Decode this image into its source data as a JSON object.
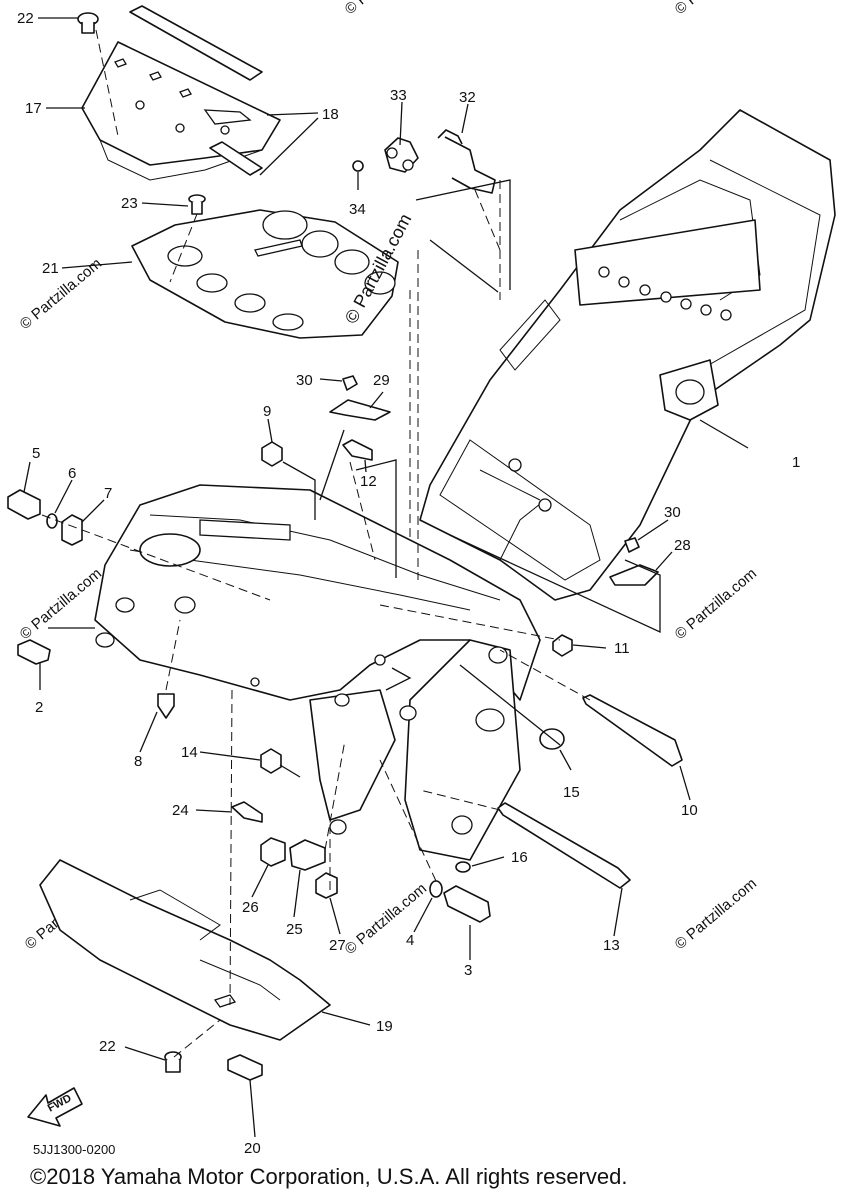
{
  "diagram": {
    "code": "5JJ1300-0200",
    "copyright": "©2018 Yamaha Motor Corporation, U.S.A. All rights reserved.",
    "watermark_text": "© Partzilla.com",
    "fwd_label": "FWD",
    "callouts": {
      "c1": "1",
      "c2": "2",
      "c3": "3",
      "c4": "4",
      "c5": "5",
      "c6": "6",
      "c7": "7",
      "c8": "8",
      "c9": "9",
      "c10": "10",
      "c11": "11",
      "c12": "12",
      "c13": "13",
      "c14": "14",
      "c15": "15",
      "c16": "16",
      "c17": "17",
      "c18": "18",
      "c19": "19",
      "c20": "20",
      "c21": "21",
      "c22a": "22",
      "c22b": "22",
      "c23": "23",
      "c24": "24",
      "c25": "25",
      "c26": "26",
      "c27": "27",
      "c28": "28",
      "c29": "29",
      "c30a": "30",
      "c30b": "30",
      "c32": "32",
      "c33": "33",
      "c34": "34"
    }
  }
}
